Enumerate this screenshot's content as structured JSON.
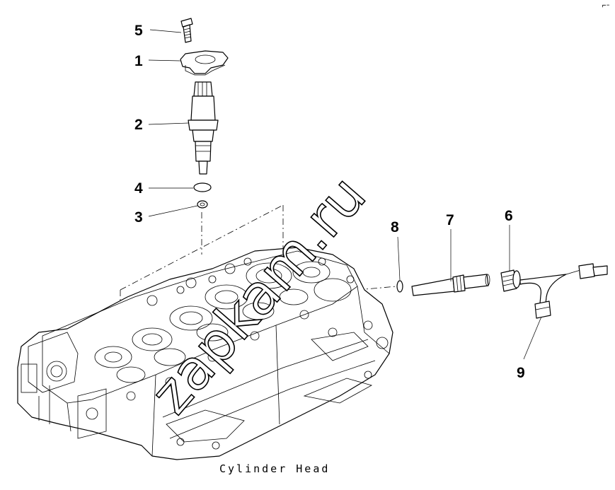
{
  "caption": "Cylinder Head",
  "watermark": "zapkam.ru",
  "corner_mark": "┏━ ═",
  "callouts": [
    {
      "id": "5",
      "label": "5"
    },
    {
      "id": "1",
      "label": "1"
    },
    {
      "id": "2",
      "label": "2"
    },
    {
      "id": "4",
      "label": "4"
    },
    {
      "id": "3",
      "label": "3"
    },
    {
      "id": "8",
      "label": "8"
    },
    {
      "id": "7",
      "label": "7"
    },
    {
      "id": "6",
      "label": "6"
    },
    {
      "id": "9",
      "label": "9"
    }
  ]
}
